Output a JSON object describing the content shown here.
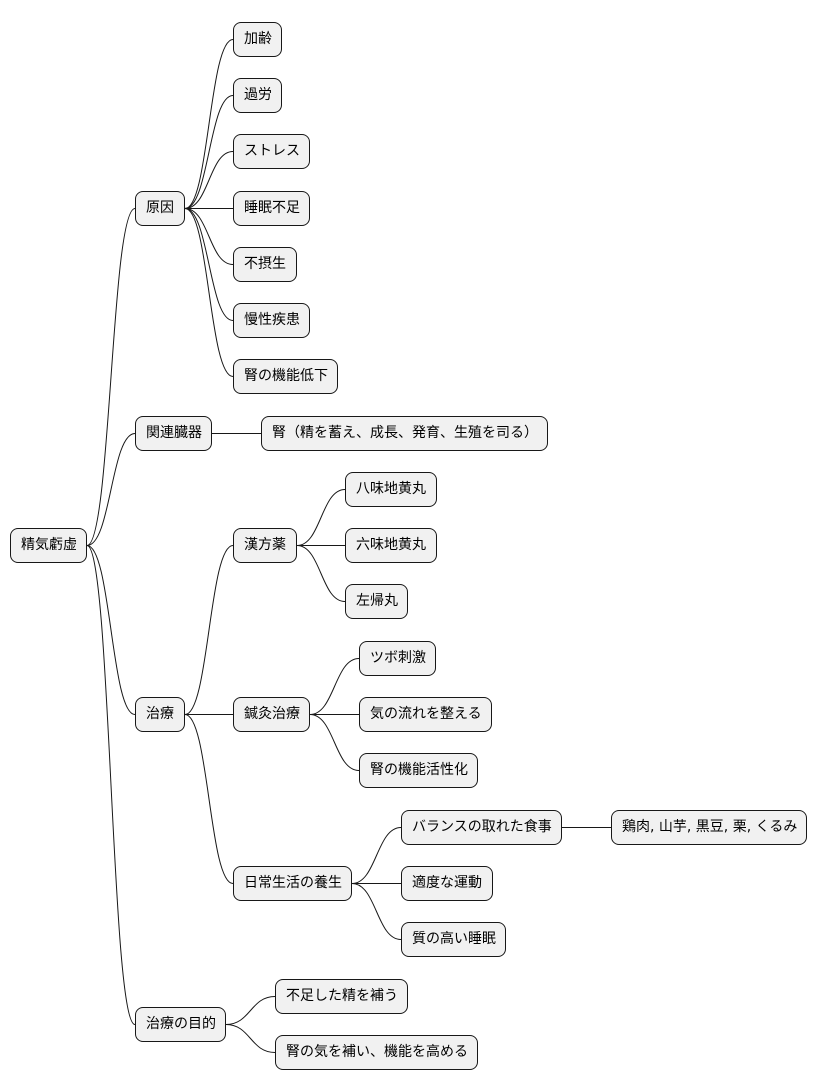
{
  "mindmap": {
    "root": "精気虧虚",
    "branches": [
      {
        "label": "原因",
        "children": [
          "加齢",
          "過労",
          "ストレス",
          "睡眠不足",
          "不摂生",
          "慢性疾患",
          "腎の機能低下"
        ]
      },
      {
        "label": "関連臓器",
        "children": [
          "腎（精を蓄え、成長、発育、生殖を司る）"
        ]
      },
      {
        "label": "治療",
        "subbranches": [
          {
            "label": "漢方薬",
            "children": [
              "八味地黄丸",
              "六味地黄丸",
              "左帰丸"
            ]
          },
          {
            "label": "鍼灸治療",
            "children": [
              "ツボ刺激",
              "気の流れを整える",
              "腎の機能活性化"
            ]
          },
          {
            "label": "日常生活の養生",
            "children": [
              "バランスの取れた食事",
              "適度な運動",
              "質の高い睡眠"
            ],
            "food_examples": "鶏肉, 山芋, 黒豆, 栗, くるみ"
          }
        ]
      },
      {
        "label": "治療の目的",
        "children": [
          "不足した精を補う",
          "腎の気を補い、機能を高める"
        ]
      }
    ]
  },
  "colors": {
    "node_fill": "#f1f1f1",
    "node_border": "#181818",
    "edge": "#181818",
    "background": "#ffffff"
  }
}
